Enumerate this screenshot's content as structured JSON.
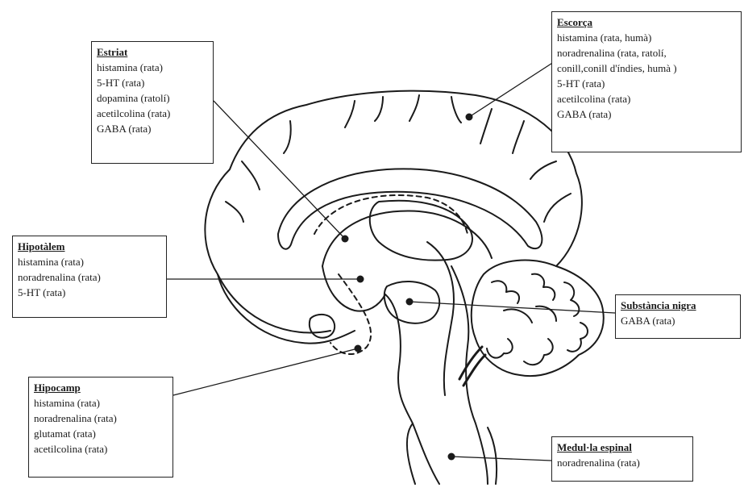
{
  "boxes": {
    "escorca": {
      "title": "Escorça",
      "items": [
        "histamina (rata, humà)",
        "noradrenalina (rata, ratolí,",
        "conill,conill d'índies, humà )",
        "5-HT (rata)",
        "acetilcolina (rata)",
        "GABA (rata)"
      ]
    },
    "estriat": {
      "title": "Estriat",
      "items": [
        "histamina (rata)",
        "5-HT (rata)",
        "dopamina (ratolí)",
        "acetilcolina (rata)",
        "GABA (rata)"
      ]
    },
    "hipotalem": {
      "title": "Hipotàlem",
      "items": [
        "histamina (rata)",
        "noradrenalina (rata)",
        "5-HT (rata)"
      ]
    },
    "substancia": {
      "title": "Substància nigra",
      "items": [
        "GABA (rata)"
      ]
    },
    "hipocamp": {
      "title": "Hipocamp",
      "items": [
        "histamina (rata)",
        "noradrenalina (rata)",
        "glutamat  (rata)",
        "acetilcolina (rata)"
      ]
    },
    "medulla": {
      "title": "Medul·la espinal",
      "items": [
        "noradrenalina (rata)"
      ]
    }
  }
}
